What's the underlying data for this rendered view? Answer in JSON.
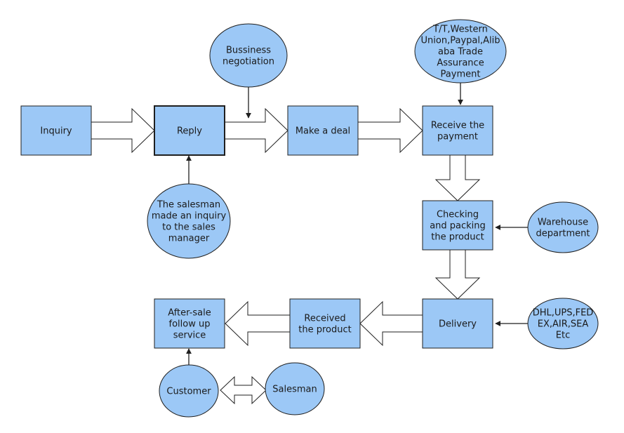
{
  "nodes": {
    "inquiry": [
      "Inquiry"
    ],
    "reply": [
      "Reply"
    ],
    "make_deal": [
      "Make a deal"
    ],
    "receive_payment": [
      "Receive the",
      "payment"
    ],
    "checking_packing": [
      "Checking",
      "and packing",
      "the product"
    ],
    "delivery": [
      "Delivery"
    ],
    "received_product": [
      "Received",
      "the product"
    ],
    "after_sale": [
      "After-sale",
      "follow up",
      "service"
    ],
    "business_negotiation": [
      "Bussiness",
      "negotiation"
    ],
    "payment_methods": [
      "T/T,Western",
      "Union,Paypal,Alib",
      "aba Trade",
      "Assurance",
      "Payment"
    ],
    "salesman_inquiry": [
      "The salesman",
      "made an inquiry",
      "to the sales",
      "manager"
    ],
    "warehouse": [
      "Warehouse",
      "department"
    ],
    "shipping_methods": [
      "DHL,UPS,FED",
      "EX,AIR,SEA",
      "Etc"
    ],
    "customer": [
      "Customer"
    ],
    "salesman": [
      "Salesman"
    ]
  },
  "colors": {
    "node_fill": "#9cc8f6",
    "outline": "#1f1f1f",
    "arrow_fill": "#ffffff",
    "background": "#ffffff"
  }
}
